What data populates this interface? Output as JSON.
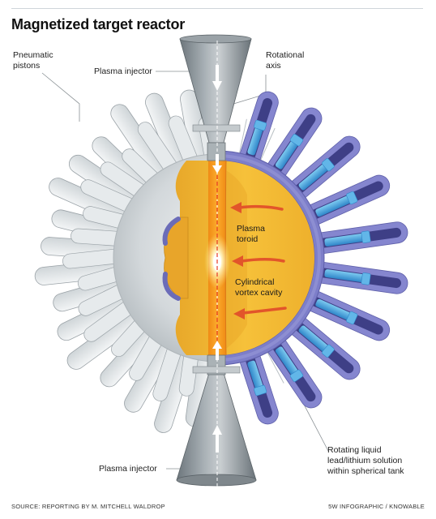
{
  "title": "Magnetized target reactor",
  "labels": {
    "pneumatic_pistons": [
      "Pneumatic",
      "pistons"
    ],
    "plasma_injector_top": "Plasma injector",
    "rotational_axis": [
      "Rotational",
      "axis"
    ],
    "plasma_toroid": [
      "Plasma",
      "toroid"
    ],
    "cylindrical_vortex_cavity": [
      "Cylindrical",
      "vortex cavity"
    ],
    "rotating_liquid": [
      "Rotating liquid",
      "lead/lithium solution",
      "within spherical tank"
    ],
    "plasma_injector_bottom": "Plasma injector"
  },
  "footer": {
    "source": "SOURCE: REPORTING BY M. MITCHELL WALDROP",
    "credit": "5W INFOGRAPHIC / KNOWABLE"
  },
  "colors": {
    "liquid": "#f2b830",
    "vortex": "#f59b1e",
    "tank_shell": "#7d7ec9",
    "tank_edge": "#6b6cb8",
    "piston_blue": "#4aa6df",
    "piston_gray": "#e4e8ea",
    "arrow_red": "#e2552a",
    "axis_red": "#e53b26"
  }
}
